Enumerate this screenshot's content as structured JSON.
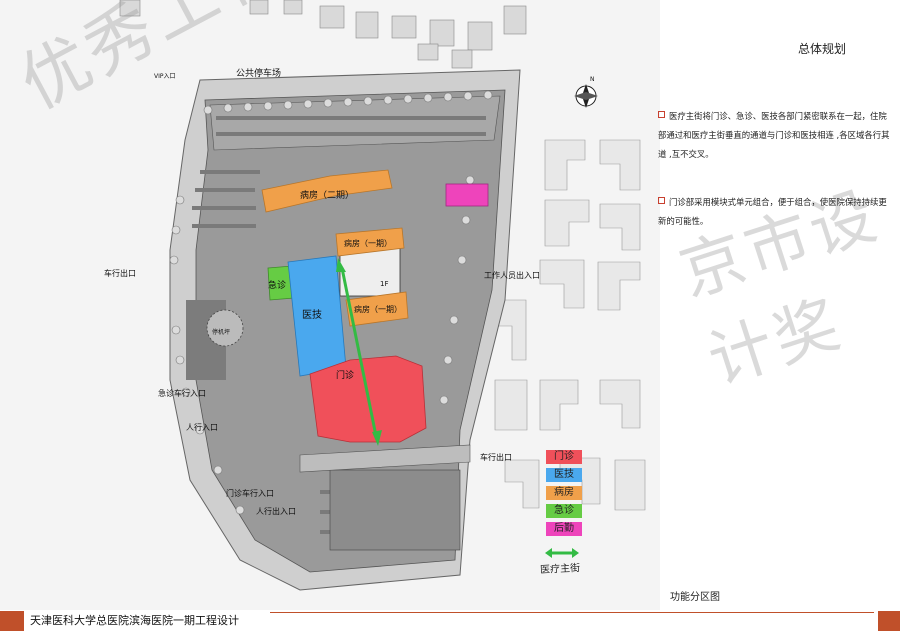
{
  "header": {
    "title": "总体规划"
  },
  "bullets": [
    "医疗主街将门诊、急诊、医技各部门紧密联系在一起，住院部通过和医疗主街垂直的通道与门诊和医技相连 ,各区域各行其道 ,互不交叉。",
    "门诊部采用模块式单元组合，便于组合，使医院保持持续更新的可能性。"
  ],
  "legend": [
    {
      "label": "门诊",
      "color": "#f0505a"
    },
    {
      "label": "医技",
      "color": "#4aa8ee"
    },
    {
      "label": "病房",
      "color": "#f0a04a"
    },
    {
      "label": "急诊",
      "color": "#66cc44"
    },
    {
      "label": "后勤",
      "color": "#ee44bb"
    }
  ],
  "street_label": "医疗主街",
  "caption": "功能分区图",
  "footer": {
    "title": "天津医科大学总医院滨海医院一期工程设计"
  },
  "watermark": {
    "left": "优秀工程设计",
    "right": "京市设计奖"
  },
  "map_labels": {
    "parking": "公共停车场",
    "ward_2": "病房（二期）",
    "ward_1a": "病房（一期）",
    "ward_1b": "病房（一期）",
    "tech": "医技",
    "emergency": "急诊",
    "outpatient": "门诊",
    "vip": "VIP入口",
    "car_exit_left": "车行出口",
    "car_exit_right": "车行出口",
    "emergency_car_entry": "急诊车行入口",
    "pedestrian_entry": "人行入口",
    "outpatient_car_entry": "门诊车行入口",
    "pedestrian_exit": "人行出入口",
    "staff_entry": "工作人员出入口",
    "heli": "停机坪",
    "north": "N",
    "floor1": "1F"
  }
}
